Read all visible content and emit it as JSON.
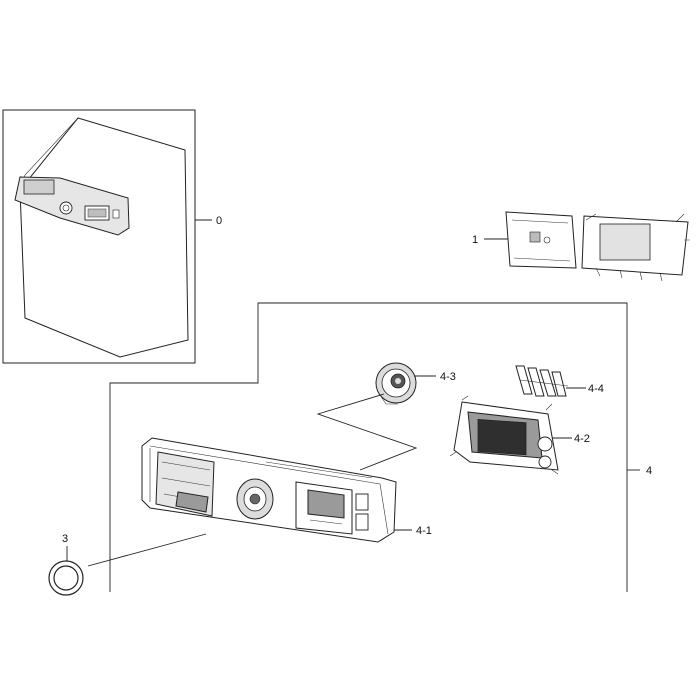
{
  "labels": {
    "assembly_0": "0",
    "part_1": "1",
    "part_3": "3",
    "part_4": "4",
    "part_4_1": "4-1",
    "part_4_2": "4-2",
    "part_4_3": "4-3",
    "part_4_4": "4-4"
  }
}
